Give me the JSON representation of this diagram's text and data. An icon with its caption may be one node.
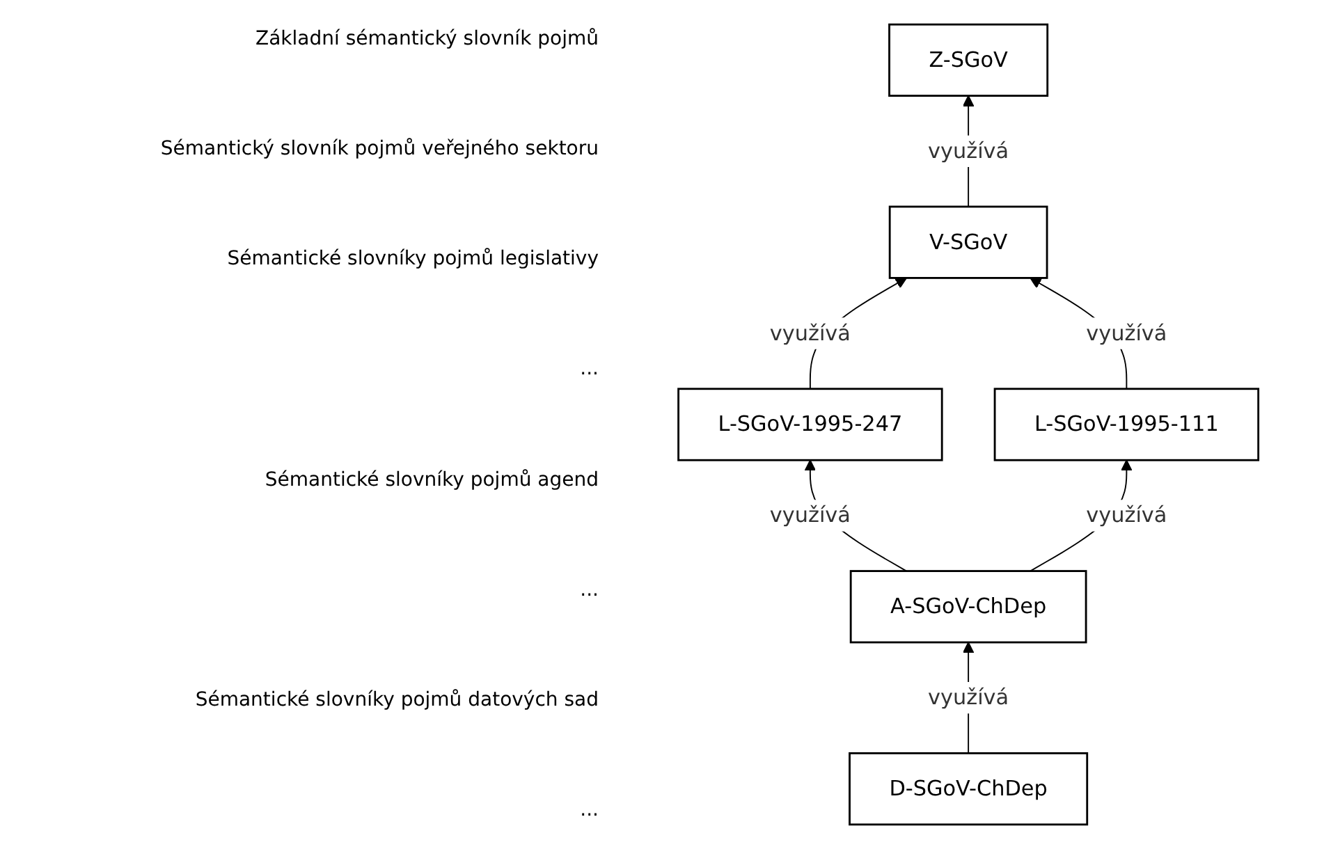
{
  "diagram": {
    "nodes": [
      {
        "text": [
          "Z-SGoV"
        ]
      },
      {
        "text": [
          "V-SGoV"
        ]
      },
      {
        "text": [
          "L-SGoV-1995-247"
        ]
      },
      {
        "text": [
          "L-SGoV-1995-111"
        ]
      },
      {
        "text": [
          "A-SGoV-ChDep"
        ]
      },
      {
        "text": [
          "D-SGoV-ChDep"
        ]
      }
    ],
    "edges": [
      {
        "from": 1,
        "to": 0,
        "arrow": "to",
        "label": "využívá"
      },
      {
        "from": 2,
        "to": 1,
        "arrow": "to",
        "label": "využívá"
      },
      {
        "from": 3,
        "to": 1,
        "arrow": "to",
        "label": "využívá"
      },
      {
        "from": 4,
        "to": 2,
        "arrow": "to",
        "label": "využívá"
      },
      {
        "from": 4,
        "to": 3,
        "arrow": "to",
        "label": "využívá"
      },
      {
        "from": 5,
        "to": 4,
        "arrow": "to",
        "label": "využívá"
      }
    ],
    "labels": [
      "Základní sémantický slovník pojmů",
      "Sémantický slovník pojmů veřejného sektoru",
      "Sémantické slovníky pojmů legislativy",
      "...",
      "Sémantické slovníky pojmů agend",
      "...",
      "Sémantické slovníky pojmů datových sad",
      "..."
    ]
  }
}
